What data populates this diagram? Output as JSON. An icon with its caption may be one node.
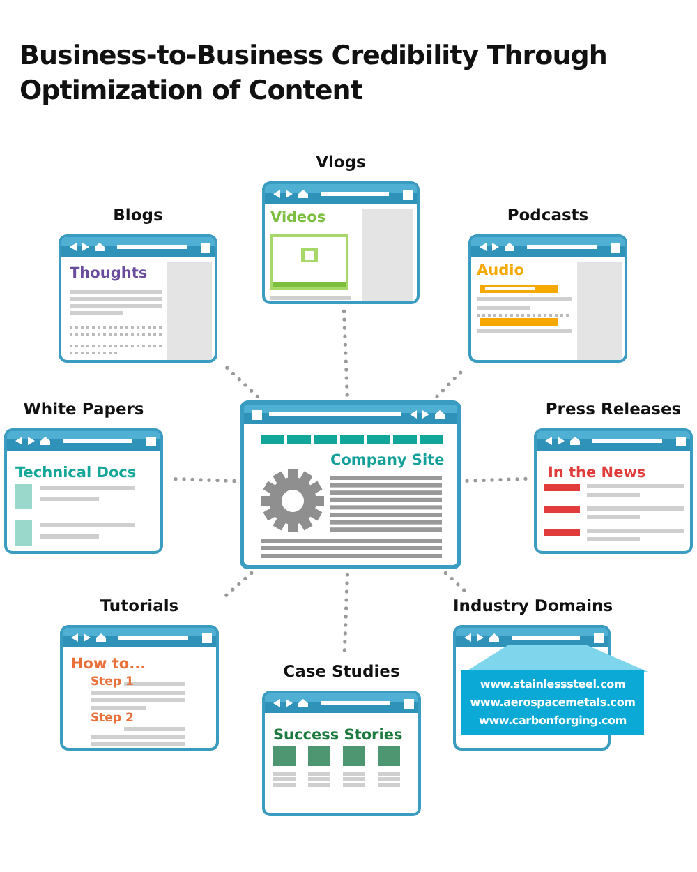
{
  "diagram": {
    "title": "Business-to-Business Credibility Through Optimization of Content",
    "nodes": [
      {
        "text": [
          "Vlogs",
          "Videos"
        ]
      },
      {
        "text": [
          "Blogs",
          "Thoughts"
        ]
      },
      {
        "text": [
          "Podcasts",
          "Audio"
        ]
      },
      {
        "text": [
          "White Papers",
          "Technical Docs"
        ]
      },
      {
        "text": [
          "Company Site"
        ]
      },
      {
        "text": [
          "Press Releases",
          "In the News"
        ]
      },
      {
        "text": [
          "Tutorials",
          "How to...",
          "Step 1",
          "Step 2"
        ]
      },
      {
        "text": [
          "Case Studies",
          "Success Stories"
        ]
      },
      {
        "text": [
          "Industry Domains",
          "www.stainlesssteel.com",
          "www.aerospacemetals.com",
          "www.carbonforging.com"
        ]
      }
    ],
    "edges": [
      {
        "from": 4,
        "to": 0,
        "arrow": "none",
        "style": "dashed"
      },
      {
        "from": 4,
        "to": 1,
        "arrow": "none",
        "style": "dashed"
      },
      {
        "from": 4,
        "to": 2,
        "arrow": "none",
        "style": "dashed"
      },
      {
        "from": 4,
        "to": 3,
        "arrow": "none",
        "style": "dashed"
      },
      {
        "from": 4,
        "to": 5,
        "arrow": "none",
        "style": "dashed"
      },
      {
        "from": 4,
        "to": 6,
        "arrow": "none",
        "style": "dashed"
      },
      {
        "from": 4,
        "to": 7,
        "arrow": "none",
        "style": "dashed"
      },
      {
        "from": 4,
        "to": 8,
        "arrow": "none",
        "style": "dashed"
      }
    ]
  }
}
